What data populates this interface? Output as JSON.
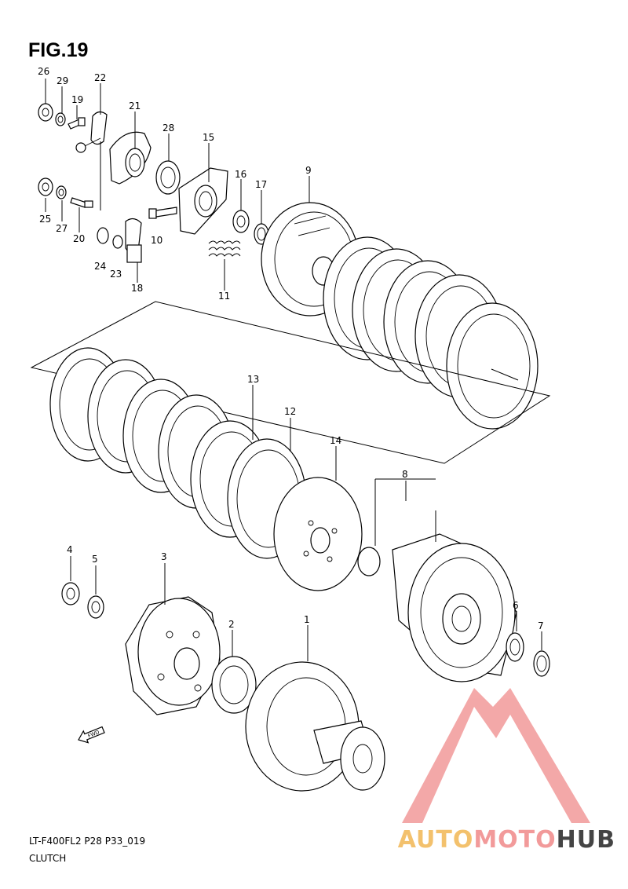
{
  "figure": {
    "title": "FIG.19",
    "model_code": "LT-F400FL2 P28 P33_019",
    "name": "CLUTCH"
  },
  "fwd_label": "FWD",
  "watermark": {
    "part1": "AUTO",
    "part2": "MOTO",
    "part3": "HUB",
    "colors": {
      "part1": "#f3c16d",
      "part2": "#f29a9a",
      "part3": "#444444",
      "logo": "#f29a9a"
    }
  },
  "callouts": [
    {
      "id": "26",
      "label": "26"
    },
    {
      "id": "29",
      "label": "29"
    },
    {
      "id": "19",
      "label": "19"
    },
    {
      "id": "22",
      "label": "22"
    },
    {
      "id": "21",
      "label": "21"
    },
    {
      "id": "28",
      "label": "28"
    },
    {
      "id": "15",
      "label": "15"
    },
    {
      "id": "16",
      "label": "16"
    },
    {
      "id": "17",
      "label": "17"
    },
    {
      "id": "9",
      "label": "9"
    },
    {
      "id": "25",
      "label": "25"
    },
    {
      "id": "27",
      "label": "27"
    },
    {
      "id": "20",
      "label": "20"
    },
    {
      "id": "10",
      "label": "10"
    },
    {
      "id": "24",
      "label": "24"
    },
    {
      "id": "23",
      "label": "23"
    },
    {
      "id": "18",
      "label": "18"
    },
    {
      "id": "11",
      "label": "11"
    },
    {
      "id": "13",
      "label": "13"
    },
    {
      "id": "12",
      "label": "12"
    },
    {
      "id": "14",
      "label": "14"
    },
    {
      "id": "8",
      "label": "8"
    },
    {
      "id": "4",
      "label": "4"
    },
    {
      "id": "5",
      "label": "5"
    },
    {
      "id": "3",
      "label": "3"
    },
    {
      "id": "2",
      "label": "2"
    },
    {
      "id": "1",
      "label": "1"
    },
    {
      "id": "6",
      "label": "6"
    },
    {
      "id": "7",
      "label": "7"
    }
  ]
}
